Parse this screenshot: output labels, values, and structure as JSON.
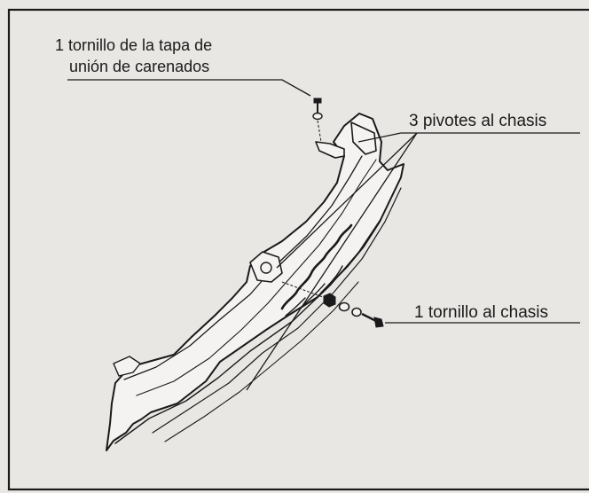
{
  "labels": {
    "fairing_cover_screw_line1": "1 tornillo de la tapa de",
    "fairing_cover_screw_line2": "unión de carenados",
    "chassis_pivots": "3 pivotes al chasis",
    "chassis_screw": "1 tornillo al chasis"
  },
  "colors": {
    "background": "#e9e7e4",
    "ink": "#1a1a1a",
    "part_fill": "#f4f3f1"
  }
}
